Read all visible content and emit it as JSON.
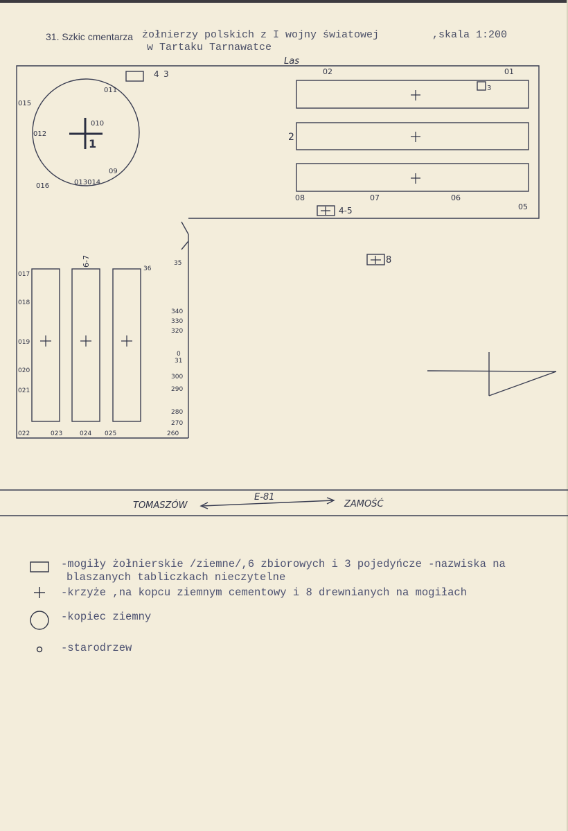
{
  "header": {
    "number_label": "31. Szkic cmentarza",
    "title_line1": "żołnierzy polskich z I wojny światowej",
    "title_line2": "w Tartaku Tarnawatce",
    "scale": ",skala 1:200"
  },
  "map": {
    "forest_label": "Las",
    "trees_top_right": [
      "02",
      "01"
    ],
    "trees_bottom_right": [
      "08",
      "07",
      "06",
      "05"
    ],
    "trees_top_box": [
      "4",
      "3"
    ],
    "tree_labels_circle": {
      "t15": "015",
      "t11": "011",
      "t10": "010",
      "t12": "012",
      "t16": "016",
      "t13_14": "013014",
      "t09": "09"
    },
    "circle_cross_label": "1",
    "row_label": "2",
    "grave_3_label": "3",
    "grave_4_5_label": "4-5",
    "grave_8_label": "8",
    "grave_6_7_label": "6-7",
    "tree_36": "36",
    "left_col_trees": [
      "017",
      "018",
      "019",
      "020",
      "021"
    ],
    "bottom_trees": [
      "022",
      "023",
      "024",
      "025"
    ],
    "right_col_trees": [
      "35",
      "340",
      "330",
      "320",
      "0",
      "31",
      "300",
      "290",
      "280",
      "270",
      "260"
    ]
  },
  "road": {
    "from": "TOMASZÓW",
    "name": "E-81",
    "to": "ZAMOŚĆ"
  },
  "legend": [
    {
      "icon": "square-icon",
      "text_line1": "-mogiły żołnierskie /ziemne/,6 zbiorowych i 3 pojedyńcze -nazwiska na",
      "text_line2": "blaszanych tabliczkach nieczytelne"
    },
    {
      "icon": "cross-icon",
      "symbol": "+",
      "text_line1": "-krzyże ,na kopcu ziemnym cementowy i 8 drewnianych na mogiłach"
    },
    {
      "icon": "circle-icon",
      "text_line1": "-kopiec ziemny"
    },
    {
      "icon": "tree-dot-icon",
      "symbol": "o",
      "text_line1": "-starodrzew"
    }
  ]
}
